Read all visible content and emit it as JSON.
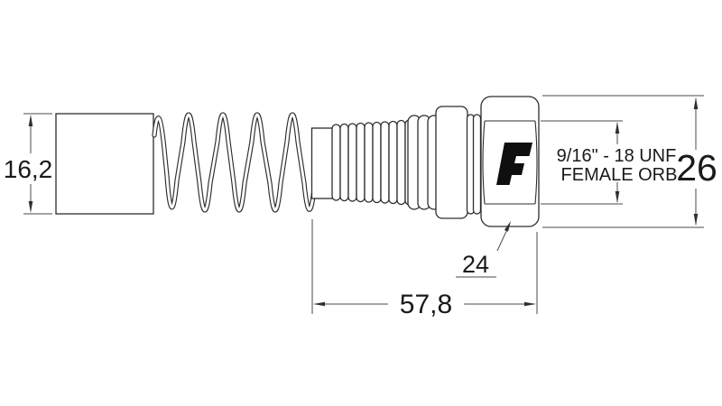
{
  "drawing": {
    "logo": "F",
    "labels": {
      "cap_od": "16,2",
      "length": "57,8",
      "hex_flats": "24",
      "hex_od": "26",
      "thread_spec_line1": "9/16\" - 18 UNF",
      "thread_spec_line2": "FEMALE ORB"
    },
    "colors": {
      "outline": "#2d2d2d",
      "dimension_line": "#4a4a4a",
      "text": "#1a1a1a",
      "logo": "#0f0f0f",
      "background": "#ffffff"
    }
  }
}
